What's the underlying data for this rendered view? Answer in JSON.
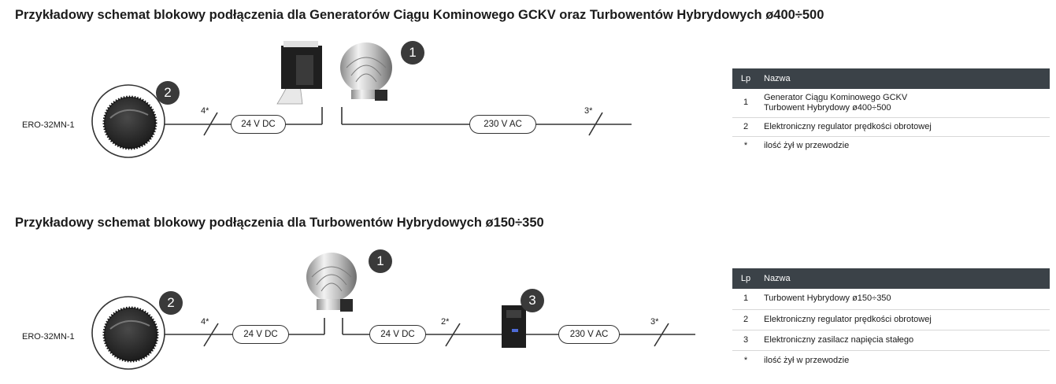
{
  "diagram1": {
    "title": "Przykładowy schemat blokowy podłączenia dla Generatorów Ciągu Kominowego GCKV oraz Turbowentów Hybrydowych ø400÷500",
    "controller_label": "ERO-32MN-1",
    "badge_fan": "1",
    "badge_controller": "2",
    "wire_marks": [
      "4*",
      "3*"
    ],
    "pills": [
      "24 V DC",
      "230 V AC"
    ],
    "legend": {
      "header": {
        "lp": "Lp",
        "name": "Nazwa"
      },
      "rows": [
        {
          "lp": "1",
          "name_lines": [
            "Generator Ciągu Kominowego GCKV",
            "Turbowent Hybrydowy ø400÷500"
          ]
        },
        {
          "lp": "2",
          "name_lines": [
            "Elektroniczny regulator prędkości obrotowej"
          ]
        },
        {
          "lp": "*",
          "name_lines": [
            "ilość żył w przewodzie"
          ]
        }
      ]
    }
  },
  "diagram2": {
    "title": "Przykładowy schemat blokowy podłączenia  dla Turbowentów Hybrydowych ø150÷350",
    "controller_label": "ERO-32MN-1",
    "badge_fan": "1",
    "badge_controller": "2",
    "badge_psu": "3",
    "wire_marks": [
      "4*",
      "2*",
      "3*"
    ],
    "pills": [
      "24 V DC",
      "24 V DC",
      "230 V AC"
    ],
    "legend": {
      "header": {
        "lp": "Lp",
        "name": "Nazwa"
      },
      "rows": [
        {
          "lp": "1",
          "name_lines": [
            "Turbowent Hybrydowy ø150÷350"
          ]
        },
        {
          "lp": "2",
          "name_lines": [
            "Elektroniczny regulator prędkości obrotowej"
          ]
        },
        {
          "lp": "3",
          "name_lines": [
            "Elektroniczny zasilacz napięcia stałego"
          ]
        },
        {
          "lp": "*",
          "name_lines": [
            "ilość żył w przewodzie"
          ]
        }
      ]
    }
  },
  "colors": {
    "wire": "#333333",
    "badge": "#3a3a3a",
    "table_header": "#3b4248"
  }
}
